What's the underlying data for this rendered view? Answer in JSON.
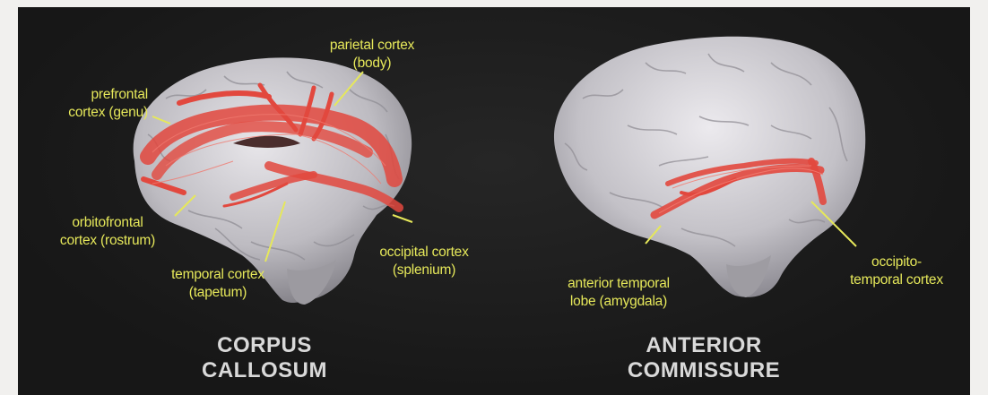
{
  "colors": {
    "background": "#1b1b1b",
    "label": "#e6e85a",
    "title": "#d9d9d9",
    "fibers": "#e2483e",
    "brain": "#c9c7cc"
  },
  "corpus_callosum": {
    "title_line1": "CORPUS",
    "title_line2": "CALLOSUM",
    "labels": {
      "prefrontal_1": "prefrontal",
      "prefrontal_2": "cortex (genu)",
      "parietal_1": "parietal cortex",
      "parietal_2": "(body)",
      "orbitofrontal_1": "orbitofrontal",
      "orbitofrontal_2": "cortex (rostrum)",
      "temporal_1": "temporal cortex",
      "temporal_2": "(tapetum)",
      "occipital_1": "occipital cortex",
      "occipital_2": "(splenium)"
    }
  },
  "anterior_commissure": {
    "title_line1": "ANTERIOR",
    "title_line2": "COMMISSURE",
    "labels": {
      "anterior_1": "anterior  temporal",
      "anterior_2": "lobe (amygdala)",
      "occipito_1": "occipito-",
      "occipito_2": "temporal cortex"
    }
  }
}
